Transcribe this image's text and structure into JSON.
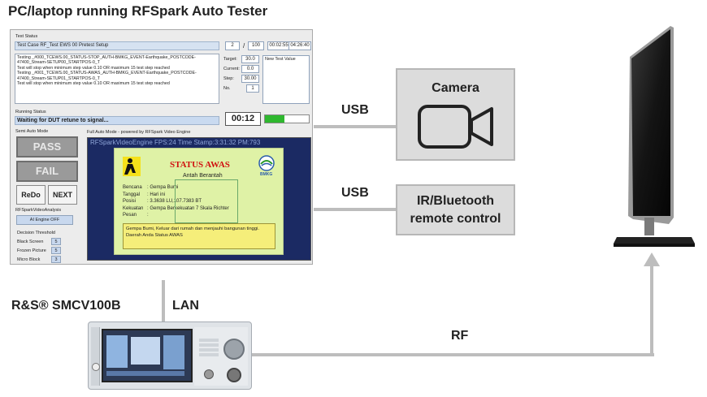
{
  "title": "PC/laptop running RFSpark Auto Tester",
  "labels": {
    "usb_top": "USB",
    "usb_bottom": "USB",
    "lan": "LAN",
    "rf": "RF",
    "device": "R&S® SMCV100B"
  },
  "boxes": {
    "camera": "Camera",
    "remote_line1": "IR/Bluetooth",
    "remote_line2": "remote control"
  },
  "app": {
    "test_status_label": "Test Status",
    "test_case": "Test Case RF_Test EWS 00 Pretest Setup",
    "step_current": "2",
    "step_sep": "/",
    "step_total": "100",
    "time_elapsed": "00:02:55",
    "time_sep": "/",
    "time_total": "04:26:40",
    "log_lines": [
      "Testing _#000_TCEWS.00_STATUS-STOP_AUTH-BMKG_EVENT-Earthquake_POSTCODE-",
      "47400_Stream-SETUP00_STARTPOS-0_T",
      "Test will stop when minimum step value 0.10 OR maximum 15 test step reached",
      "Testing _#001_TCEWS.00_STATUS-AWAS_AUTH-BMKG_EVENT-Earthquake_POSTCODE-",
      "47400_Stream-SETUP01_STARTPOS-0_T",
      "Test will stop when minimum step value 0.10 OR maximum 15 test step reached"
    ],
    "target_label": "Target:",
    "target_value": "30.0",
    "current_label": "Current:",
    "current_value": "0.0",
    "step_label": "Step:",
    "step_value": "30.00",
    "no_label": "No.",
    "no_value": "1",
    "new_test_value_label": "New Test Value",
    "running_status_label": "Running Status",
    "running_status_text": "Waiting for DUT retune to signal...",
    "timer": "00:12",
    "progress": 0.45,
    "semi_auto_label": "Semi Auto Mode",
    "pass_label": "PASS",
    "fail_label": "FAIL",
    "redo_label": "ReDo",
    "next_label": "NEXT",
    "video_analysis_label": "RFSparkVideoAnalysis",
    "ai_engine_label": "AI Engine OFF",
    "decision_threshold_label": "Decision Threshold",
    "thresholds": [
      {
        "label": "Black Screen",
        "value": "5"
      },
      {
        "label": "Frozen Picture",
        "value": "5"
      },
      {
        "label": "Micro Block",
        "value": "3"
      }
    ],
    "full_auto_label": "Full Auto Mode - powered by RFSpark Video Engine",
    "video_overlay": "RFSparkVideoEngine FPS:24 Time Stamp:3:31:32 PM:793",
    "alert_title": "STATUS AWAS",
    "alert_subtitle": "Antah Berantah",
    "bmkg": "BMKG",
    "alert_rows": [
      {
        "k": "Bencana",
        "v": ": Gempa Bumi"
      },
      {
        "k": "Tanggal",
        "v": ": Hari ini"
      },
      {
        "k": "Posisi",
        "v": ": 3.3638 LU,107.7383 BT"
      },
      {
        "k": "Kekuatan",
        "v": ": Gempa Berkekuatan 7 Skala Richter"
      },
      {
        "k": "Pesan",
        "v": ":"
      }
    ],
    "alert_message_1": "Gempa Bumi, Keluar dari rumah dan menjauhi bangunan tinggi.",
    "alert_message_2": "Daerah Anda Status AWAS"
  },
  "colors": {
    "connector": "#bdbdbd",
    "box_fill": "#dcdcdc",
    "alert_red": "#d01010",
    "progress_green": "#2fb82f",
    "video_bg": "#1b2a63"
  }
}
